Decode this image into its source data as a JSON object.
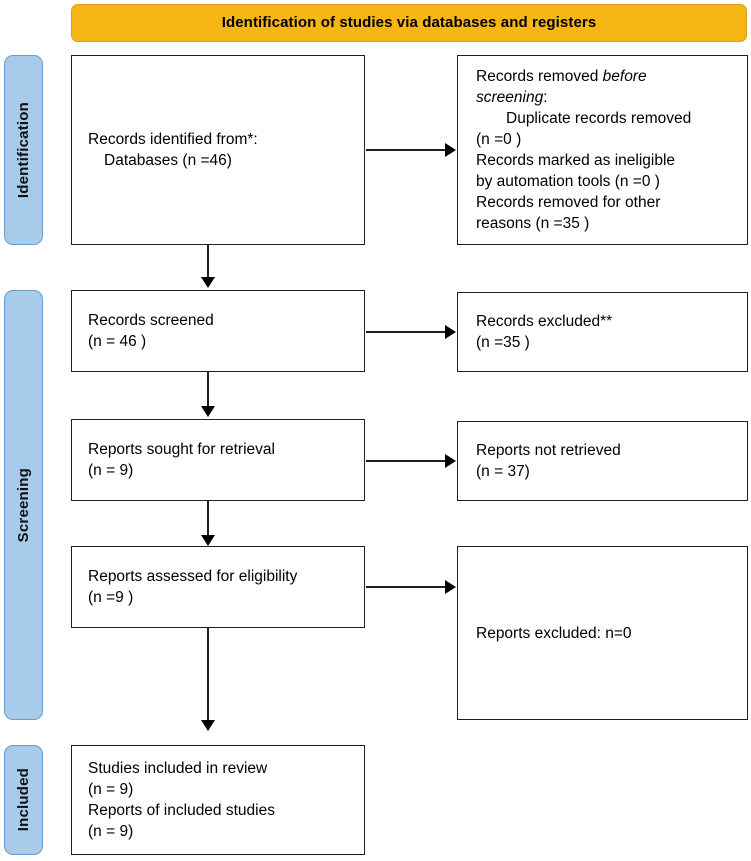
{
  "banner": {
    "title": "Identification of studies via databases and registers",
    "bg_color": "#F5B616"
  },
  "stages": [
    {
      "id": "identification",
      "label": "Identification",
      "color": "#A8CBEC"
    },
    {
      "id": "screening",
      "label": "Screening",
      "color": "#A8CBEC"
    },
    {
      "id": "included",
      "label": "Included",
      "color": "#A8CBEC"
    }
  ],
  "boxes": {
    "records_identified": {
      "line1": "Records identified from*:",
      "line2": "Databases (n =46)"
    },
    "records_removed": {
      "line1_a": "Records removed ",
      "line1_em": "before",
      "line2_em": "screening",
      "line2_b": ":",
      "line3": "Duplicate records removed",
      "line4": "(n =0 )",
      "line5": "Records marked as ineligible",
      "line6": "by automation tools (n =0 )",
      "line7": "Records removed for other",
      "line8": "reasons (n =35 )"
    },
    "records_screened": {
      "line1": "Records screened",
      "line2": "(n = 46 )"
    },
    "records_excluded": {
      "line1": "Records excluded**",
      "line2": "(n =35 )"
    },
    "reports_sought": {
      "line1": "Reports sought for retrieval",
      "line2": "(n = 9)"
    },
    "reports_not_retrieved": {
      "line1": "Reports not retrieved",
      "line2": "(n = 37)"
    },
    "reports_assessed": {
      "line1": "Reports assessed for eligibility",
      "line2": "(n =9 )"
    },
    "reports_excluded": {
      "line1": "Reports excluded: n=0"
    },
    "studies_included": {
      "line1": "Studies included in review",
      "line2": "(n = 9)",
      "line3": "Reports of included studies",
      "line4": "(n = 9)"
    }
  },
  "chart_data": {
    "type": "diagram",
    "title": "Identification of studies via databases and registers",
    "nodes": [
      {
        "id": "records_identified",
        "stage": "Identification",
        "text": "Records identified from*: Databases (n =46)",
        "n": 46
      },
      {
        "id": "records_removed",
        "stage": "Identification",
        "text": "Records removed before screening: Duplicate records removed (n =0 ); Records marked as ineligible by automation tools (n =0 ); Records removed for other reasons (n =35 )",
        "n_duplicate": 0,
        "n_ineligible_automation": 0,
        "n_other_reasons": 35
      },
      {
        "id": "records_screened",
        "stage": "Screening",
        "text": "Records screened (n = 46 )",
        "n": 46
      },
      {
        "id": "records_excluded",
        "stage": "Screening",
        "text": "Records excluded** (n =35 )",
        "n": 35
      },
      {
        "id": "reports_sought",
        "stage": "Screening",
        "text": "Reports sought for retrieval (n = 9)",
        "n": 9
      },
      {
        "id": "reports_not_retrieved",
        "stage": "Screening",
        "text": "Reports not retrieved (n = 37)",
        "n": 37
      },
      {
        "id": "reports_assessed",
        "stage": "Screening",
        "text": "Reports assessed for eligibility (n =9 )",
        "n": 9
      },
      {
        "id": "reports_excluded",
        "stage": "Screening",
        "text": "Reports excluded: n=0",
        "n": 0
      },
      {
        "id": "studies_included",
        "stage": "Included",
        "text": "Studies included in review (n = 9); Reports of included studies (n = 9)",
        "n_studies": 9,
        "n_reports": 9
      }
    ],
    "edges": [
      {
        "from": "records_identified",
        "to": "records_removed",
        "direction": "right"
      },
      {
        "from": "records_identified",
        "to": "records_screened",
        "direction": "down"
      },
      {
        "from": "records_screened",
        "to": "records_excluded",
        "direction": "right"
      },
      {
        "from": "records_screened",
        "to": "reports_sought",
        "direction": "down"
      },
      {
        "from": "reports_sought",
        "to": "reports_not_retrieved",
        "direction": "right"
      },
      {
        "from": "reports_sought",
        "to": "reports_assessed",
        "direction": "down"
      },
      {
        "from": "reports_assessed",
        "to": "reports_excluded",
        "direction": "right"
      },
      {
        "from": "reports_assessed",
        "to": "studies_included",
        "direction": "down"
      }
    ]
  }
}
